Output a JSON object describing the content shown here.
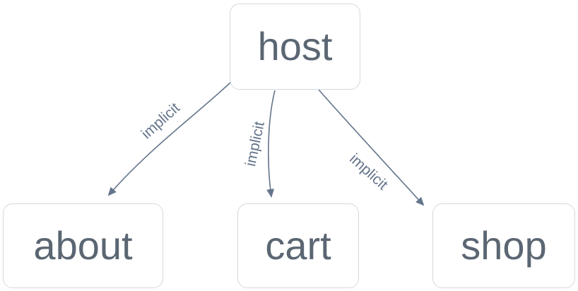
{
  "diagram": {
    "type": "dependency-graph",
    "colors": {
      "background": "#ffffff",
      "node_border": "#d4d9df",
      "node_text": "#5b6673",
      "edge": "#64748b"
    },
    "nodes": [
      {
        "id": "host",
        "label": "host"
      },
      {
        "id": "about",
        "label": "about"
      },
      {
        "id": "cart",
        "label": "cart"
      },
      {
        "id": "shop",
        "label": "shop"
      }
    ],
    "edges": [
      {
        "from": "host",
        "to": "about",
        "label": "implicit"
      },
      {
        "from": "host",
        "to": "cart",
        "label": "implicit"
      },
      {
        "from": "host",
        "to": "shop",
        "label": "implicit"
      }
    ]
  }
}
